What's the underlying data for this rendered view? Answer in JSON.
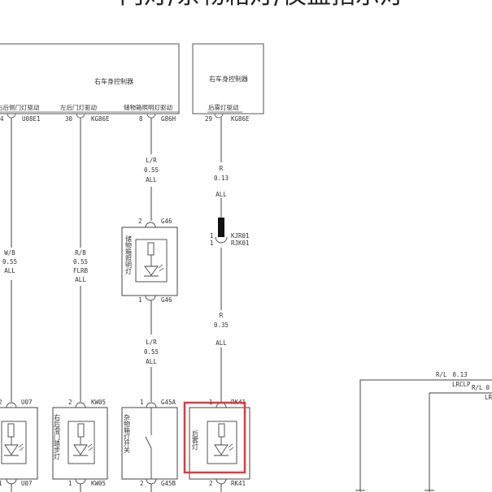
{
  "page_title": "门灯/杂物箱灯/仪盘指示灯",
  "modules": {
    "left": {
      "label": "右车身控制器"
    },
    "right": {
      "label": "右车身控制器"
    }
  },
  "pins": [
    {
      "label": "右后侧门灯驱动",
      "num": "4",
      "code": "U08E1"
    },
    {
      "label": "左后门灯驱动",
      "num": "30",
      "code": "KG86E"
    },
    {
      "label": "储物箱照明灯驱动",
      "num": "8",
      "code": "G86H"
    },
    {
      "label": "后雾灯驱动",
      "num": "29",
      "code": "KG86E"
    }
  ],
  "wires": [
    {
      "color": "W/B",
      "size": "0.55",
      "opt": "ALL"
    },
    {
      "color": "R/B",
      "size": "0.55",
      "opt": "FLRB",
      "opt2": "ALL"
    },
    {
      "color": "L/R",
      "size": "0.55",
      "opt": "ALL"
    },
    {
      "color": "L/R",
      "size": "0.55",
      "opt": "ALL"
    },
    {
      "color": "R",
      "size": "0.13",
      "opt": "ALL"
    },
    {
      "color": "R",
      "size": "0.35",
      "opt": "ALL"
    }
  ],
  "connector": {
    "pin_a": "1",
    "pin_b": "1",
    "code_a": "KJR01",
    "code_b": "RJK01"
  },
  "devices": {
    "storage_lamp": {
      "label": "储物箱照明灯",
      "pin_top": "2",
      "conn_top": "G46",
      "pin_bottom": "1",
      "conn_bottom": "G46"
    },
    "lamp_left": {
      "label": "",
      "pin_top": "2",
      "conn_top": "U07",
      "pin_bottom": "1",
      "conn_bottom": "U07"
    },
    "step_lamp": {
      "label": "右后滑门踏步灯",
      "pin_top": "2",
      "conn_top": "KW05",
      "pin_bottom": "1",
      "conn_bottom": "KW05"
    },
    "switch": {
      "label": "杂物箱灯开关",
      "pin_top": "1",
      "conn_top": "G45A",
      "pin_bottom": "2",
      "conn_bottom": "G45B"
    },
    "rear_fog": {
      "label": "后雾灯",
      "pin_top": "1",
      "conn_top": "RK41",
      "pin_bottom": "2",
      "conn_bottom": "RK41"
    }
  },
  "right_wires": [
    {
      "color": "R/L",
      "size": "0.13",
      "code": "LRCLP"
    },
    {
      "color": "R/L",
      "size": "0",
      "code": "LR"
    }
  ],
  "highlight_color": "#e0393f"
}
